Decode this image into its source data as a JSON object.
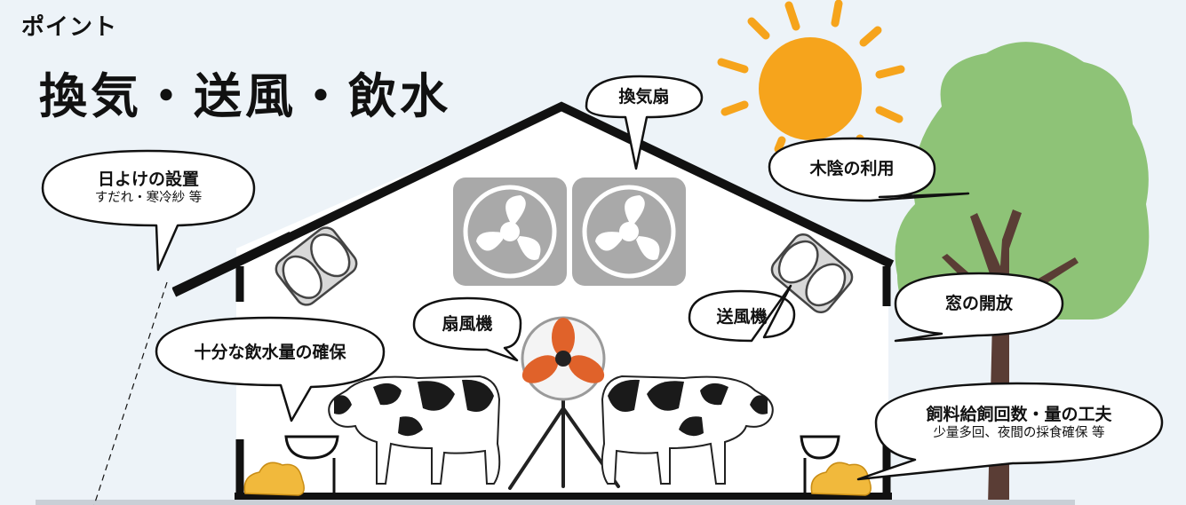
{
  "header": {
    "point_label": "ポイント",
    "title": "換気・送風・飲水"
  },
  "callouts": {
    "ventilation_fan": "換気扇",
    "tree_shade": "木陰の利用",
    "sunshade_title": "日よけの設置",
    "sunshade_sub": "すだれ・寒冷紗 等",
    "window_opening": "窓の開放",
    "blower_right": "送風機",
    "electric_fan": "扇風機",
    "water_supply": "十分な飲水量の確保",
    "feeding_title": "飼料給飼回数・量の工夫",
    "feeding_sub": "少量多回、夜間の採食確保 等"
  },
  "colors": {
    "background": "#edf3f8",
    "sun": "#f6a41c",
    "tree_leaves": "#8ec377",
    "tree_trunk": "#5a3d35",
    "fan_panel": "#a9a9a9",
    "fan_blade_orange": "#e0622a",
    "hay": "#f1b93c"
  },
  "icons": [
    "sun-icon",
    "tree-icon",
    "ventilation-fan-icon",
    "blower-icon",
    "electric-fan-icon",
    "cow-icon",
    "water-trough-icon",
    "hay-icon"
  ]
}
